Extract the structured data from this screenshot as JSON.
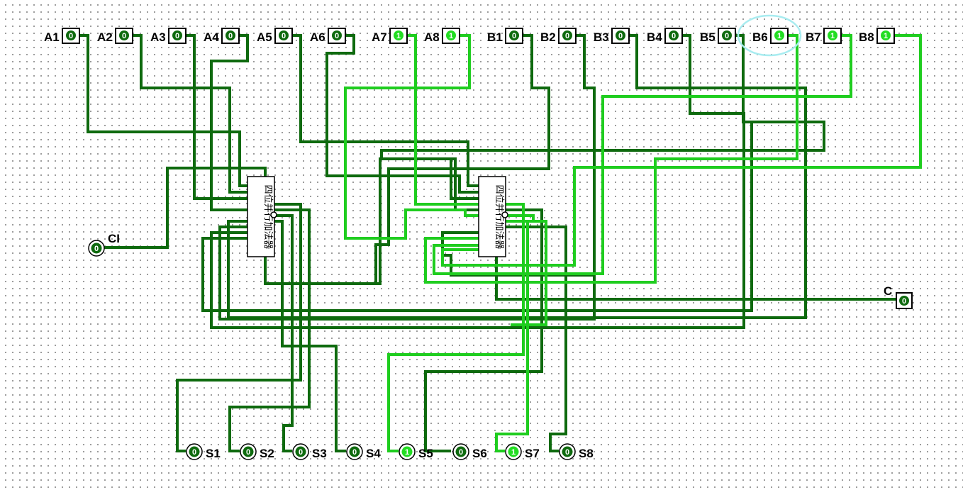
{
  "colors": {
    "wire_off": "#0e6a0e",
    "wire_on": "#1fcd1f",
    "selection": "#a8ecf0"
  },
  "inputs": {
    "A1": {
      "label": "A1",
      "value": "0"
    },
    "A2": {
      "label": "A2",
      "value": "0"
    },
    "A3": {
      "label": "A3",
      "value": "0"
    },
    "A4": {
      "label": "A4",
      "value": "0"
    },
    "A5": {
      "label": "A5",
      "value": "0"
    },
    "A6": {
      "label": "A6",
      "value": "0"
    },
    "A7": {
      "label": "A7",
      "value": "1"
    },
    "A8": {
      "label": "A8",
      "value": "1"
    },
    "B1": {
      "label": "B1",
      "value": "0"
    },
    "B2": {
      "label": "B2",
      "value": "0"
    },
    "B3": {
      "label": "B3",
      "value": "0"
    },
    "B4": {
      "label": "B4",
      "value": "0"
    },
    "B5": {
      "label": "B5",
      "value": "0"
    },
    "B6": {
      "label": "B6",
      "value": "1"
    },
    "B7": {
      "label": "B7",
      "value": "1"
    },
    "B8": {
      "label": "B8",
      "value": "1"
    }
  },
  "carry_in": {
    "label": "CI",
    "value": "0"
  },
  "carry_out": {
    "label": "C",
    "value": "0"
  },
  "outputs": {
    "S1": {
      "label": "S1",
      "value": "0"
    },
    "S2": {
      "label": "S2",
      "value": "0"
    },
    "S3": {
      "label": "S3",
      "value": "0"
    },
    "S4": {
      "label": "S4",
      "value": "0"
    },
    "S5": {
      "label": "S5",
      "value": "1"
    },
    "S6": {
      "label": "S6",
      "value": "0"
    },
    "S7": {
      "label": "S7",
      "value": "1"
    },
    "S8": {
      "label": "S8",
      "value": "0"
    }
  },
  "chips": {
    "adder_low": {
      "label": "四位并行加法器"
    },
    "adder_high": {
      "label": "四位并行加法器"
    }
  }
}
